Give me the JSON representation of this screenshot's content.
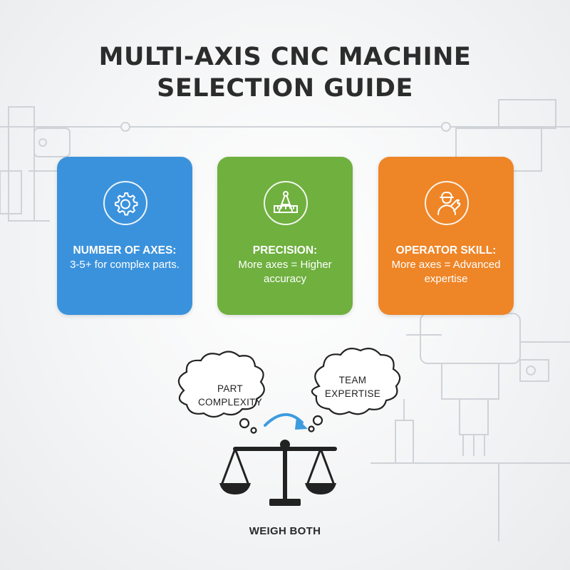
{
  "title": {
    "line1": "MULTI-AXIS CNC MACHINE",
    "line2": "SELECTION GUIDE"
  },
  "cards": [
    {
      "icon": "gear-icon",
      "title": "NUMBER OF AXES:",
      "body": "3-5+ for complex parts.",
      "color": "#3b92dc"
    },
    {
      "icon": "compass-ruler-icon",
      "title": "PRECISION:",
      "body": "More axes = Higher accuracy",
      "color": "#6fb03f"
    },
    {
      "icon": "operator-wrench-icon",
      "title": "OPERATOR SKILL:",
      "body": "More axes = Advanced expertise",
      "color": "#ee8527"
    }
  ],
  "bubbles": {
    "left": "PART COMPLEXITY",
    "right": "TEAM EXPERTISE"
  },
  "arrow_color": "#3d9be0",
  "caption": "WEIGH BOTH"
}
